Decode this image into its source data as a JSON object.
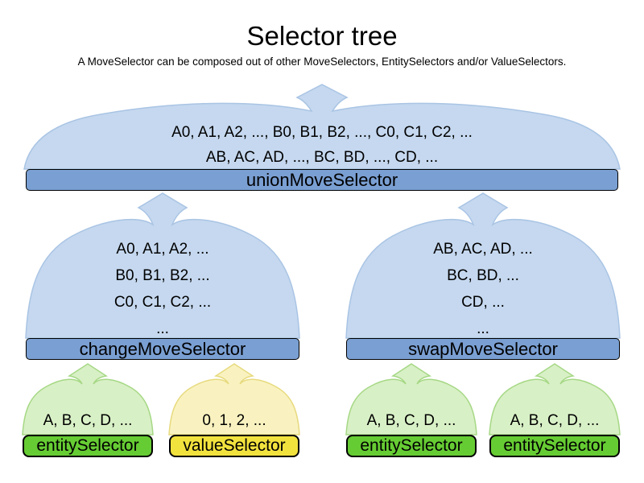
{
  "title": "Selector tree",
  "subtitle": "A MoveSelector can be composed out of other MoveSelectors, EntitySelectors and/or ValueSelectors.",
  "colors": {
    "text_color": "#000000",
    "cloud_blue_fill": "#c5d8ef",
    "cloud_blue_stroke": "#a9c4e4",
    "bar_blue_fill": "#7a9fd2",
    "cloud_green_fill": "#d8f0c6",
    "cloud_green_stroke": "#a6d885",
    "bar_green_fill": "#66cc33",
    "cloud_yellow_fill": "#f9f2c0",
    "cloud_yellow_stroke": "#e7da7e",
    "bar_yellow_fill": "#f2e23e",
    "bar_border": "#000000"
  },
  "nodes": {
    "union": {
      "label": "unionMoveSelector",
      "lines": [
        "A0, A1, A2, ..., B0, B1, B2, ..., C0, C1, C2, ...",
        "AB, AC, AD, ..., BC, BD, ..., CD, ..."
      ]
    },
    "change": {
      "label": "changeMoveSelector",
      "lines": [
        "A0, A1, A2, ...",
        "B0, B1, B2, ...",
        "C0, C1, C2, ...",
        "..."
      ]
    },
    "swap": {
      "label": "swapMoveSelector",
      "lines": [
        "AB, AC, AD, ...",
        "BC, BD, ...",
        "CD, ...",
        "..."
      ]
    },
    "entity1": {
      "label": "entitySelector",
      "lines": [
        "A, B, C, D, ..."
      ]
    },
    "value1": {
      "label": "valueSelector",
      "lines": [
        "0, 1, 2, ..."
      ]
    },
    "entity2": {
      "label": "entitySelector",
      "lines": [
        "A, B, C, D, ..."
      ]
    },
    "entity3": {
      "label": "entitySelector",
      "lines": [
        "A, B, C, D, ..."
      ]
    }
  }
}
